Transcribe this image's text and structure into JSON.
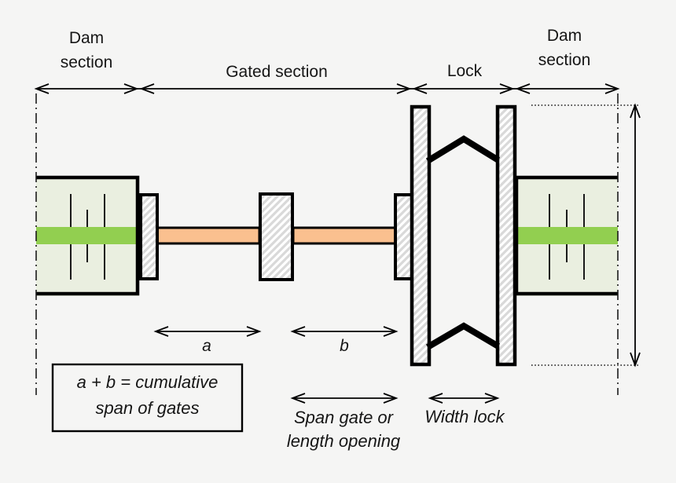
{
  "colors": {
    "background": "#f5f5f4",
    "dam_fill": "#eaefe0",
    "dam_band": "#92cf50",
    "gate_bar": "#fac08f",
    "hatch_stripe": "#d9d9d9",
    "line": "#000000"
  },
  "top_labels": {
    "dam_section_left_line1": "Dam",
    "dam_section_left_line2": "section",
    "gated_section": "Gated section",
    "lock": "Lock",
    "dam_section_right_line1": "Dam",
    "dam_section_right_line2": "section"
  },
  "dimension_labels": {
    "a": "a",
    "b": "b",
    "equation_line1": "a + b = cumulative",
    "equation_line2": "span of gates",
    "span_gate_line1": "Span gate or",
    "span_gate_line2": "length opening",
    "width_lock": "Width lock"
  }
}
